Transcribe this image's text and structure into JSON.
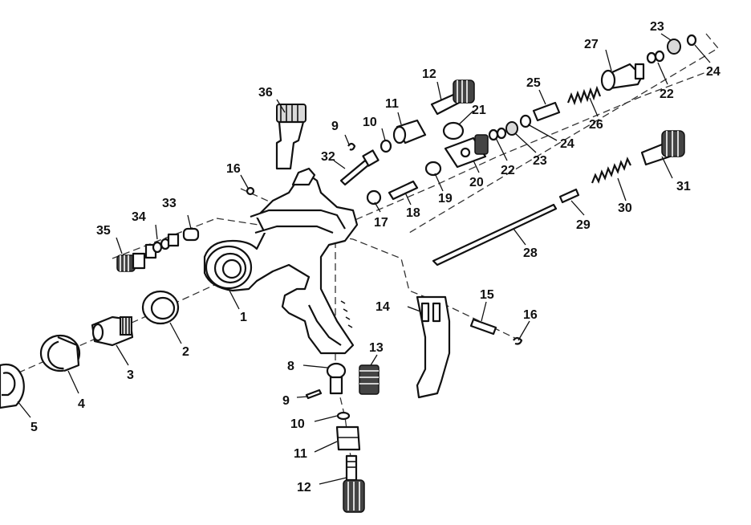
{
  "diagram": {
    "callouts": [
      {
        "id": "c1",
        "label": "1"
      },
      {
        "id": "c2",
        "label": "2"
      },
      {
        "id": "c3",
        "label": "3"
      },
      {
        "id": "c4",
        "label": "4"
      },
      {
        "id": "c5",
        "label": "5"
      },
      {
        "id": "c8",
        "label": "8"
      },
      {
        "id": "c9a",
        "label": "9"
      },
      {
        "id": "c9b",
        "label": "9"
      },
      {
        "id": "c10a",
        "label": "10"
      },
      {
        "id": "c10b",
        "label": "10"
      },
      {
        "id": "c11a",
        "label": "11"
      },
      {
        "id": "c11b",
        "label": "11"
      },
      {
        "id": "c12a",
        "label": "12"
      },
      {
        "id": "c12b",
        "label": "12"
      },
      {
        "id": "c13",
        "label": "13"
      },
      {
        "id": "c14",
        "label": "14"
      },
      {
        "id": "c15",
        "label": "15"
      },
      {
        "id": "c16a",
        "label": "16"
      },
      {
        "id": "c16b",
        "label": "16"
      },
      {
        "id": "c17",
        "label": "17"
      },
      {
        "id": "c18",
        "label": "18"
      },
      {
        "id": "c19",
        "label": "19"
      },
      {
        "id": "c20",
        "label": "20"
      },
      {
        "id": "c21",
        "label": "21"
      },
      {
        "id": "c22a",
        "label": "22"
      },
      {
        "id": "c22b",
        "label": "22"
      },
      {
        "id": "c23a",
        "label": "23"
      },
      {
        "id": "c23b",
        "label": "23"
      },
      {
        "id": "c24a",
        "label": "24"
      },
      {
        "id": "c24b",
        "label": "24"
      },
      {
        "id": "c25",
        "label": "25"
      },
      {
        "id": "c26",
        "label": "26"
      },
      {
        "id": "c27",
        "label": "27"
      },
      {
        "id": "c28",
        "label": "28"
      },
      {
        "id": "c29",
        "label": "29"
      },
      {
        "id": "c30",
        "label": "30"
      },
      {
        "id": "c31",
        "label": "31"
      },
      {
        "id": "c32",
        "label": "32"
      },
      {
        "id": "c33",
        "label": "33"
      },
      {
        "id": "c34",
        "label": "34"
      },
      {
        "id": "c35",
        "label": "35"
      },
      {
        "id": "c36",
        "label": "36"
      }
    ]
  }
}
